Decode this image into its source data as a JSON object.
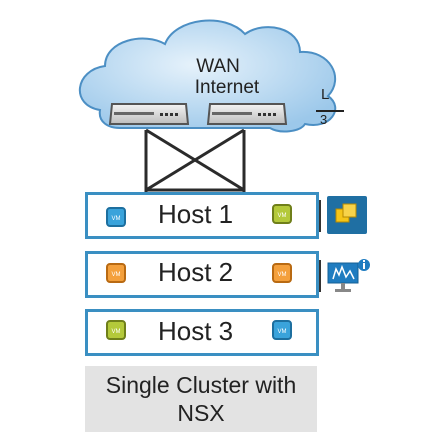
{
  "cloud": {
    "line1": "WAN",
    "line2": "Internet",
    "l_label": "L",
    "l_number": "3"
  },
  "hosts": [
    {
      "label": "Host 1",
      "vm_text": "VM"
    },
    {
      "label": "Host 2",
      "vm_text": "VM"
    },
    {
      "label": "Host 3",
      "vm_text": "VM"
    }
  ],
  "caption": {
    "line1": "Single Cluster with",
    "line2": "NSX"
  },
  "colors": {
    "host_border": "#3a8fc2",
    "vm_blue": "#3aa3db",
    "vm_orange": "#f4a03c",
    "vm_green": "#b4c93a"
  },
  "icons": [
    "cloud-icon",
    "router-icon",
    "vsan-cluster-icon",
    "monitor-icon"
  ]
}
